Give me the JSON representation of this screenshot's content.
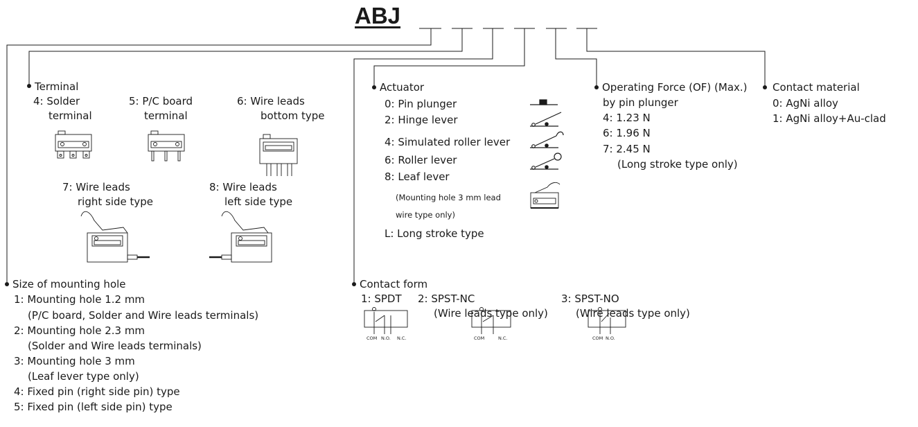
{
  "title": "ABJ",
  "terminal": {
    "heading": "Terminal",
    "opt4_a": "4: Solder",
    "opt4_b": "terminal",
    "opt5_a": "5: P/C board",
    "opt5_b": "terminal",
    "opt6_a": "6: Wire leads",
    "opt6_b": "bottom type",
    "opt7_a": "7: Wire leads",
    "opt7_b": "right side type",
    "opt8_a": "8: Wire leads",
    "opt8_b": "left side type"
  },
  "actuator": {
    "heading": "Actuator",
    "items": [
      "0: Pin plunger",
      "2: Hinge lever",
      "4: Simulated roller lever",
      "6: Roller lever",
      "8: Leaf lever"
    ],
    "note_a": "(Mounting hole 3 mm lead",
    "note_b": "wire type only)",
    "long": "L: Long stroke type"
  },
  "operating_force": {
    "heading": "Operating Force (OF) (Max.)",
    "sub": "by pin plunger",
    "items": [
      "4: 1.23 N",
      "6: 1.96 N",
      "7: 2.45 N"
    ],
    "note": "(Long stroke type only)"
  },
  "contact_material": {
    "heading": "Contact material",
    "items": [
      "0: AgNi alloy",
      "1: AgNi alloy+Au-clad"
    ]
  },
  "mounting_hole": {
    "heading": "Size of mounting hole",
    "lines": [
      "1: Mounting hole 1.2 mm",
      "(P/C board, Solder and Wire leads terminals)",
      "2: Mounting hole 2.3 mm",
      "(Solder and Wire leads terminals)",
      "3: Mounting hole 3 mm",
      "(Leaf lever type only)",
      "4: Fixed pin (right side pin) type",
      "5: Fixed pin (left side pin) type"
    ]
  },
  "contact_form": {
    "heading": "Contact form",
    "opt1": "1: SPDT",
    "opt2": "2: SPST-NC",
    "opt2_note": "(Wire leads type only)",
    "opt3": "3: SPST-NO",
    "opt3_note": "(Wire leads type only)",
    "lbl_com": "COM",
    "lbl_no": "N.O.",
    "lbl_nc": "N.C."
  }
}
